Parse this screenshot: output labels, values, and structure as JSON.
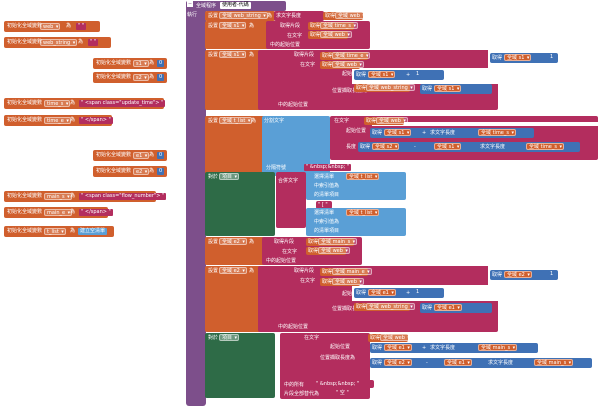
{
  "procedure": {
    "title": "全域程序",
    "name": "使用者-代碼",
    "args": [
      "web_string"
    ],
    "do_label": "執行"
  },
  "globals": [
    {
      "init": "初始化全域變數",
      "name": "web",
      "as": "為",
      "value": "\" \""
    },
    {
      "init": "初始化全域變數",
      "name": "web_string",
      "as": "為",
      "value": "\" \""
    },
    {
      "init": "初始化全域變數",
      "name": "s1",
      "as": "為",
      "value": "0"
    },
    {
      "init": "初始化全域變數",
      "name": "s2",
      "as": "為",
      "value": "0"
    },
    {
      "init": "初始化全域變數",
      "name": "time_s",
      "as": "為",
      "value": "\" <span class=\"update_time\"> \""
    },
    {
      "init": "初始化全域變數",
      "name": "time_e",
      "as": "為",
      "value": "\" </span> \""
    },
    {
      "init": "初始化全域變數",
      "name": "e1",
      "as": "為",
      "value": "0"
    },
    {
      "init": "初始化全域變數",
      "name": "e2",
      "as": "為",
      "value": "0"
    },
    {
      "init": "初始化全域變數",
      "name": "main_s",
      "as": "為",
      "value": "\" <span class=\"flow_number\"> \""
    },
    {
      "init": "初始化全域變數",
      "name": "main_e",
      "as": "為",
      "value": "\" </span> \""
    },
    {
      "init": "初始化全域變數",
      "name": "t_list",
      "as": "為",
      "value": "建立空清單"
    }
  ],
  "labels": {
    "set": "設置",
    "get": "取得",
    "to": "為",
    "global_web": "全域 web",
    "global_web_string": "全域 web_string",
    "global_s1": "全域 s1",
    "global_s2": "全域 s2",
    "global_e1": "全域 e1",
    "global_e2": "全域 e2",
    "global_time_s": "全域 time_s",
    "global_time_e": "全域 time_e",
    "global_main_s": "全域 main_s",
    "global_main_e": "全域 main_e",
    "global_t_list": "全域 t_list",
    "text_length": "求文字長度",
    "get_segment": "取得片段",
    "in_text": "在文字",
    "piece": "中的起始位置",
    "starting_at": "位置",
    "position": "位置擷取長度為",
    "start": "起始位置",
    "length": "長度",
    "split": "分割文字",
    "at": "分隔符號",
    "forEach": "對於",
    "item": "項目",
    "in_list": "的清單",
    "join": "合併文字",
    "select_item": "選擇清單",
    "index_in_list": "中索引值為",
    "list_item": "的清單項目",
    "replace_all": "片段全部替代為",
    "all_segments": "中的所有",
    "nbsp": "\"  &nbsp;&nbsp;  \"",
    "nbsp2": "\" &nbsp;&nbsp; \"",
    "bracket_s": "\" [ \"",
    "bracket_e": "\" ] \"",
    "space": "\" 空 \"",
    "text1": "\" 文字 \"",
    "plus": "+",
    "minus": "-",
    "one": "1",
    "tick": "\"",
    "for_range": "片段"
  },
  "colors": {
    "variable": "#d05f2d",
    "text": "#b32d5e",
    "math": "#3f71b5",
    "list": "#5a9fd6",
    "procedure": "#7d4f8b",
    "control": "#2e6b47"
  }
}
